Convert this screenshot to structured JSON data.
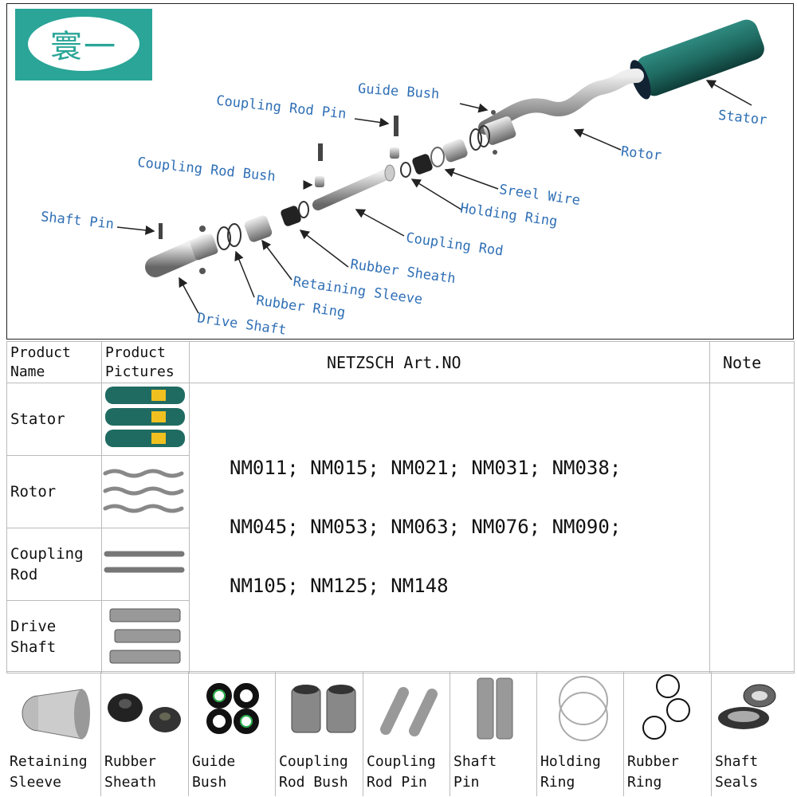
{
  "logo": {
    "text": "寰一"
  },
  "diagram": {
    "labels": {
      "guide_bush": "Guide Bush",
      "coupling_rod_pin": "Coupling Rod Pin",
      "stator": "Stator",
      "rotor": "Rotor",
      "coupling_rod_bush": "Coupling Rod Bush",
      "steel_wire": "Sreel Wire",
      "holding_ring": "Holding Ring",
      "shaft_pin": "Shaft Pin",
      "coupling_rod": "Coupling Rod",
      "rubber_sheath": "Rubber Sheath",
      "retaining_sleeve": "Retaining Sleeve",
      "rubber_ring": "Rubber Ring",
      "drive_shaft": "Drive Shaft"
    }
  },
  "table": {
    "headers": {
      "product_name": "Product\nName",
      "product_pictures": "Product\nPictures",
      "art_no": "NETZSCH Art.NO",
      "note": "Note"
    },
    "rows": [
      {
        "name": "Stator"
      },
      {
        "name": "Rotor"
      },
      {
        "name": "Coupling\nRod"
      },
      {
        "name": "Drive\nShaft"
      }
    ],
    "codes": [
      "NM011; NM015; NM021; NM031; NM038;",
      "NM045; NM053; NM063; NM076; NM090;",
      "NM105; NM125; NM148"
    ]
  },
  "parts_row": [
    {
      "label": "Retaining\nSleeve"
    },
    {
      "label": "Rubber\nSheath"
    },
    {
      "label": "Guide\nBush"
    },
    {
      "label": "Coupling\nRod Bush"
    },
    {
      "label": "Coupling\nRod Pin"
    },
    {
      "label": "Shaft\nPin"
    },
    {
      "label": "Holding\nRing"
    },
    {
      "label": "Rubber\nRing"
    },
    {
      "label": "Shaft\nSeals"
    }
  ],
  "colors": {
    "accent": "#2aa597",
    "label_blue": "#2f6fb5",
    "stator_green": "#1f6b62"
  }
}
